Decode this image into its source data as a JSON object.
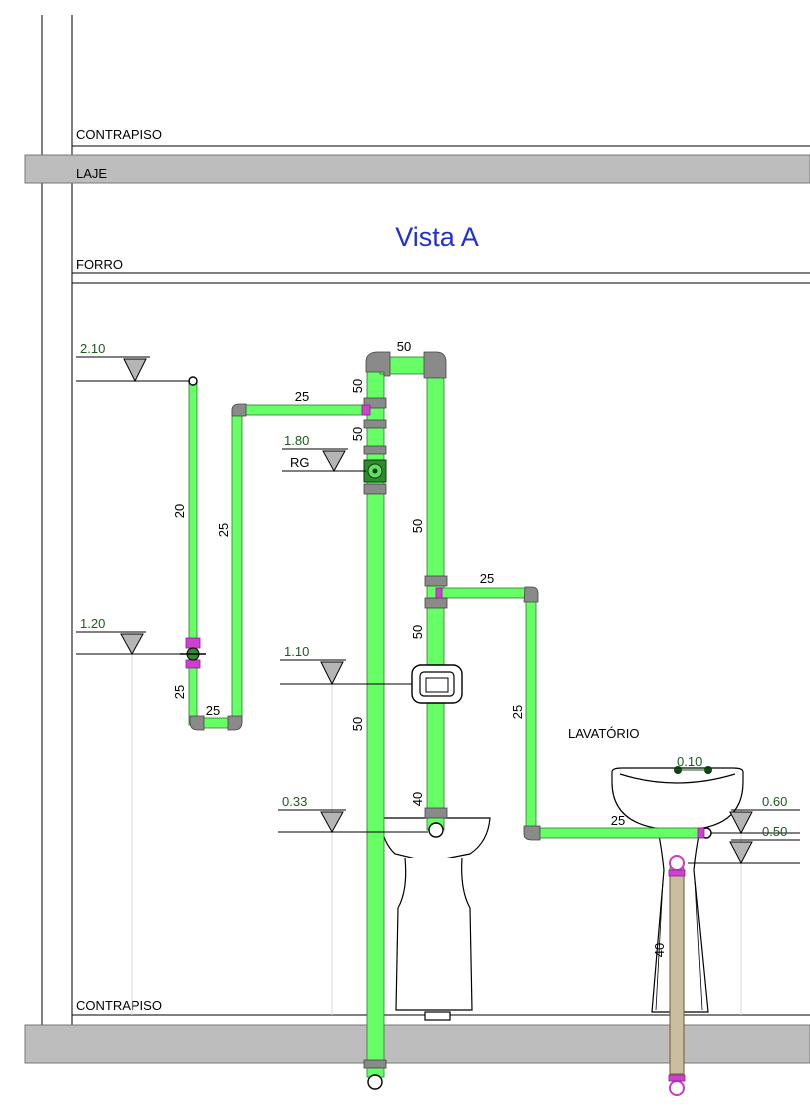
{
  "drawing": {
    "title": "Vista A",
    "floor_labels": {
      "contrapiso_top": "CONTRAPISO",
      "laje": "LAJE",
      "forro": "FORRO",
      "contrapiso_bottom": "CONTRAPISO"
    },
    "fixture_label": "LAVATÓRIO",
    "register_label": "RG",
    "elevations": {
      "e210": "2.10",
      "e180": "1.80",
      "e120": "1.20",
      "e110": "1.10",
      "e060": "0.60",
      "e050": "0.50",
      "e033": "0.33",
      "e010": "0.10"
    },
    "pipe_sizes": {
      "top_horizontal": "50",
      "riser_upper_a": "50",
      "riser_upper_b": "50",
      "horizontal_25_top": "25",
      "riser_20": "20",
      "vertical_25_mid": "25",
      "vertical_25_low": "25",
      "horizontal_25_bottom": "25",
      "down_50_a": "50",
      "down_50_b": "50",
      "branch_25": "25",
      "vertical_25_right": "25",
      "horizontal_25_lav": "25",
      "down_40": "40",
      "drain_40": "40",
      "main_50_left": "50"
    },
    "colors": {
      "pipe": "#66ff66",
      "fitting": "#8a8a8a",
      "slab": "#bdbdbd",
      "register": "#2e8b2e",
      "magenta": "#d040d0",
      "drain": "#c9bfa0",
      "title": "#1f2fd6"
    }
  }
}
